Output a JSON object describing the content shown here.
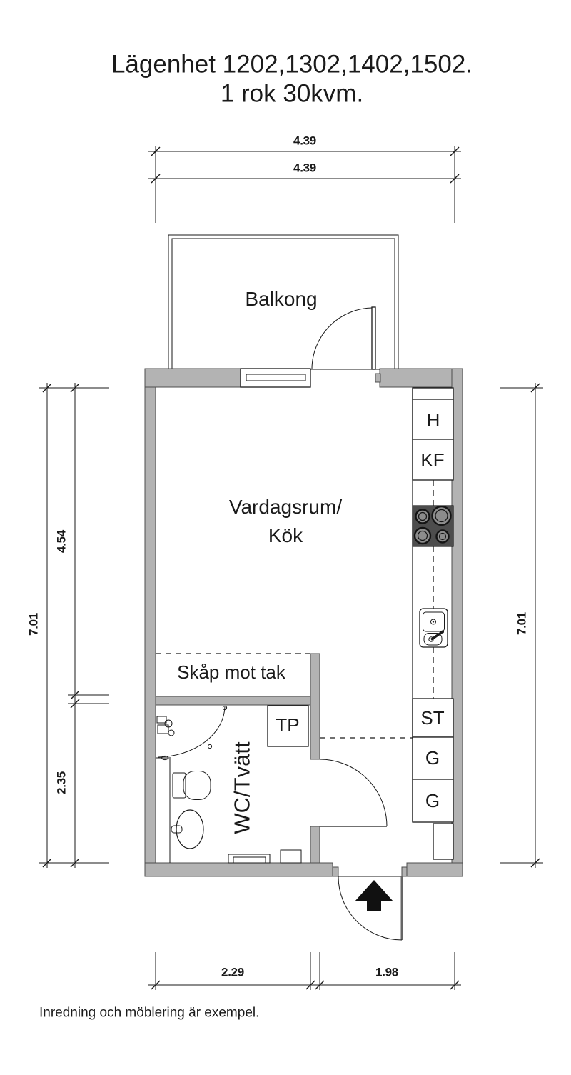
{
  "title": {
    "line1": "Lägenhet 1202,1302,1402,1502.",
    "line2": "1 rok 30kvm."
  },
  "rooms": {
    "balcony": "Balkong",
    "living_line1": "Vardagsrum/",
    "living_line2": "Kök",
    "wc": "WC/Tvätt",
    "closet": "Skåp mot tak"
  },
  "fixtures": {
    "tp": "TP",
    "h_cabinet": "H",
    "fridge_freezer": "KF",
    "st_cabinet": "ST",
    "g_cabinet_upper": "G",
    "g_cabinet_lower": "G"
  },
  "dimensions": {
    "top_outer": "4.39",
    "top_inner": "4.39",
    "left_total": "7.01",
    "left_upper": "4.54",
    "left_lower": "2.35",
    "right_total": "7.01",
    "bottom_left": "2.29",
    "bottom_right": "1.98"
  },
  "footer": "Inredning och möblering är exempel.",
  "colors": {
    "background": "#ffffff",
    "wall_fill": "#b3b3b3",
    "wall_outline": "#4d4d4d",
    "line": "#1a1a1a",
    "stove_fill": "#4d4d4d",
    "burner_fill": "#8c8c8c",
    "arrow": "#111111"
  }
}
